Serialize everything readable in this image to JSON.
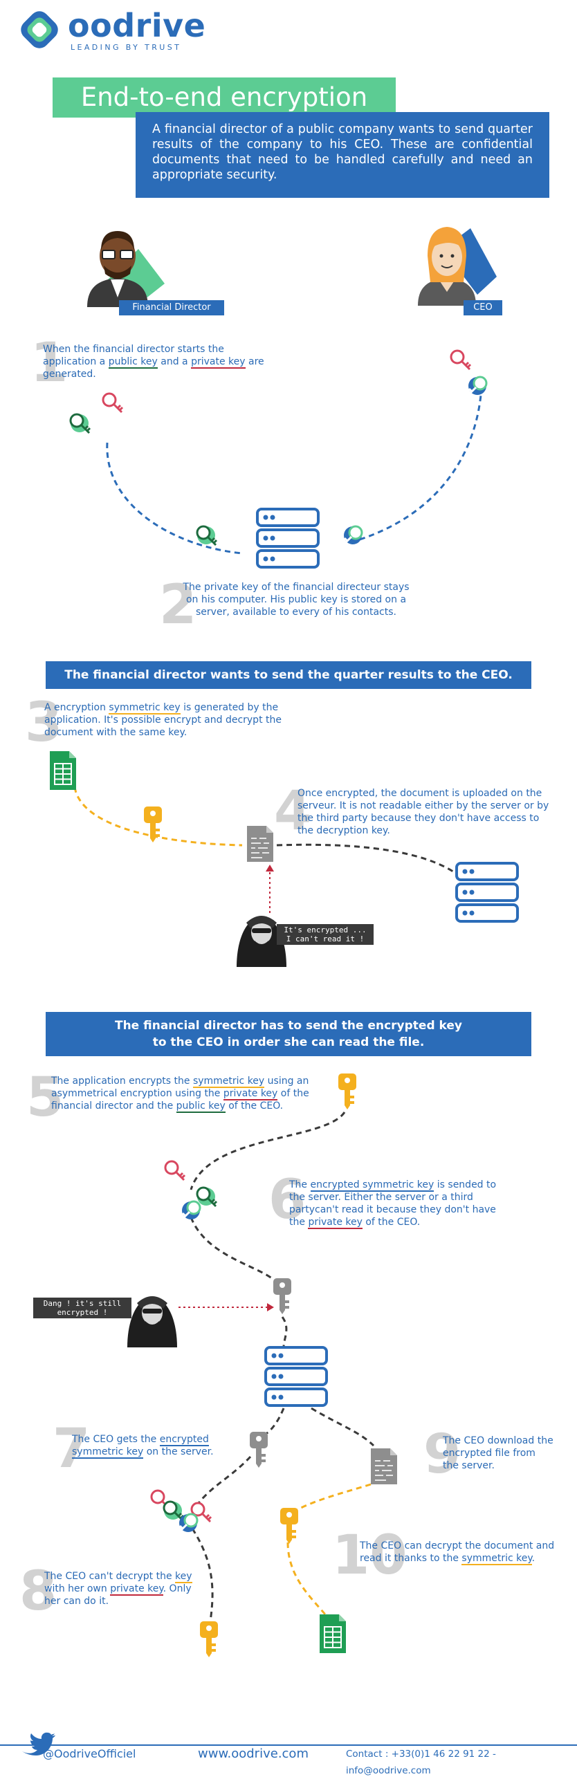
{
  "brand": {
    "name": "oodrive",
    "tagline": "LEADING BY TRUST"
  },
  "title": "End-to-end encryption",
  "intro": "A financial director of a public company wants to send quarter results of the company to his CEO. These are confidential documents that need to be handled carefully and need an appropriate security.",
  "people": {
    "financial_director": "Financial Director",
    "ceo": "CEO"
  },
  "steps": [
    {
      "number": "1",
      "parts": [
        "When the financial director starts the application a ",
        "public key",
        " and a ",
        "private key",
        " are generated."
      ]
    },
    {
      "number": "2",
      "parts": [
        "The private key of the financial directeur stays on his computer. His public key is stored on a server, available to every of his contacts."
      ]
    },
    {
      "number": "3",
      "parts": [
        "A encryption ",
        "symmetric key",
        " is generated by the application. It's possible encrypt and decrypt the document with the same key."
      ]
    },
    {
      "number": "4",
      "parts": [
        "Once encrypted, the document is uploaded on the serveur. It is not readable either by the server or by the third party because they don't have access to the decryption key."
      ]
    },
    {
      "number": "5",
      "parts": [
        "The application encrypts the ",
        "symmetric key",
        " using an asymmetrical encryption using the ",
        "private key",
        " of the financial director and the ",
        "public key",
        " of the CEO."
      ]
    },
    {
      "number": "6",
      "parts": [
        "The ",
        "encrypted symmetric key",
        " is sended to the server. Either the server or a third partycan't read it because they don't have the ",
        "private key",
        " of the CEO."
      ]
    },
    {
      "number": "7",
      "parts": [
        "The CEO gets the ",
        "encrypted symmetric key",
        " on the server."
      ]
    },
    {
      "number": "8",
      "parts": [
        "The CEO can't decrypt the ",
        "key",
        " with her own ",
        "private key",
        ". Only her can do it."
      ]
    },
    {
      "number": "9",
      "parts": [
        "The CEO download the encrypted file from the server."
      ]
    },
    {
      "number": "10",
      "parts": [
        "The CEO can decrypt the document and read it thanks to the ",
        "symmetric key",
        "."
      ]
    }
  ],
  "banners": {
    "first": "The financial director wants to send the quarter results to the CEO.",
    "second_line1": "The financial director has to send the encrypted key",
    "second_line2": "to the CEO in order she can read the file."
  },
  "speech": {
    "hacker1_line1": "It's encrypted ...",
    "hacker1_line2": "I can't read it !",
    "hacker2_line1": "Dang ! it's still",
    "hacker2_line2": "encrypted !"
  },
  "footer": {
    "twitter": "@OodriveOfficiel",
    "website": "www.oodrive.com",
    "contact": "Contact : +33(0)1 46 22 91 22 - info@oodrive.com"
  },
  "colors": {
    "brand_blue": "#2b6cb8",
    "green": "#5ccc93",
    "dark_green": "#1d6b3e",
    "red_key": "#d8475f",
    "yellow_key": "#f4b01e",
    "gray": "#8e8e8e",
    "spreadsheet_green": "#1f9e54"
  },
  "icons": [
    "logo-icon",
    "avatar-financial-director",
    "avatar-ceo",
    "public-key-icon",
    "private-key-icon",
    "server-icon",
    "spreadsheet-icon",
    "symmetric-key-icon",
    "encrypted-document-icon",
    "hacker-icon",
    "encrypted-key-icon",
    "twitter-icon"
  ]
}
